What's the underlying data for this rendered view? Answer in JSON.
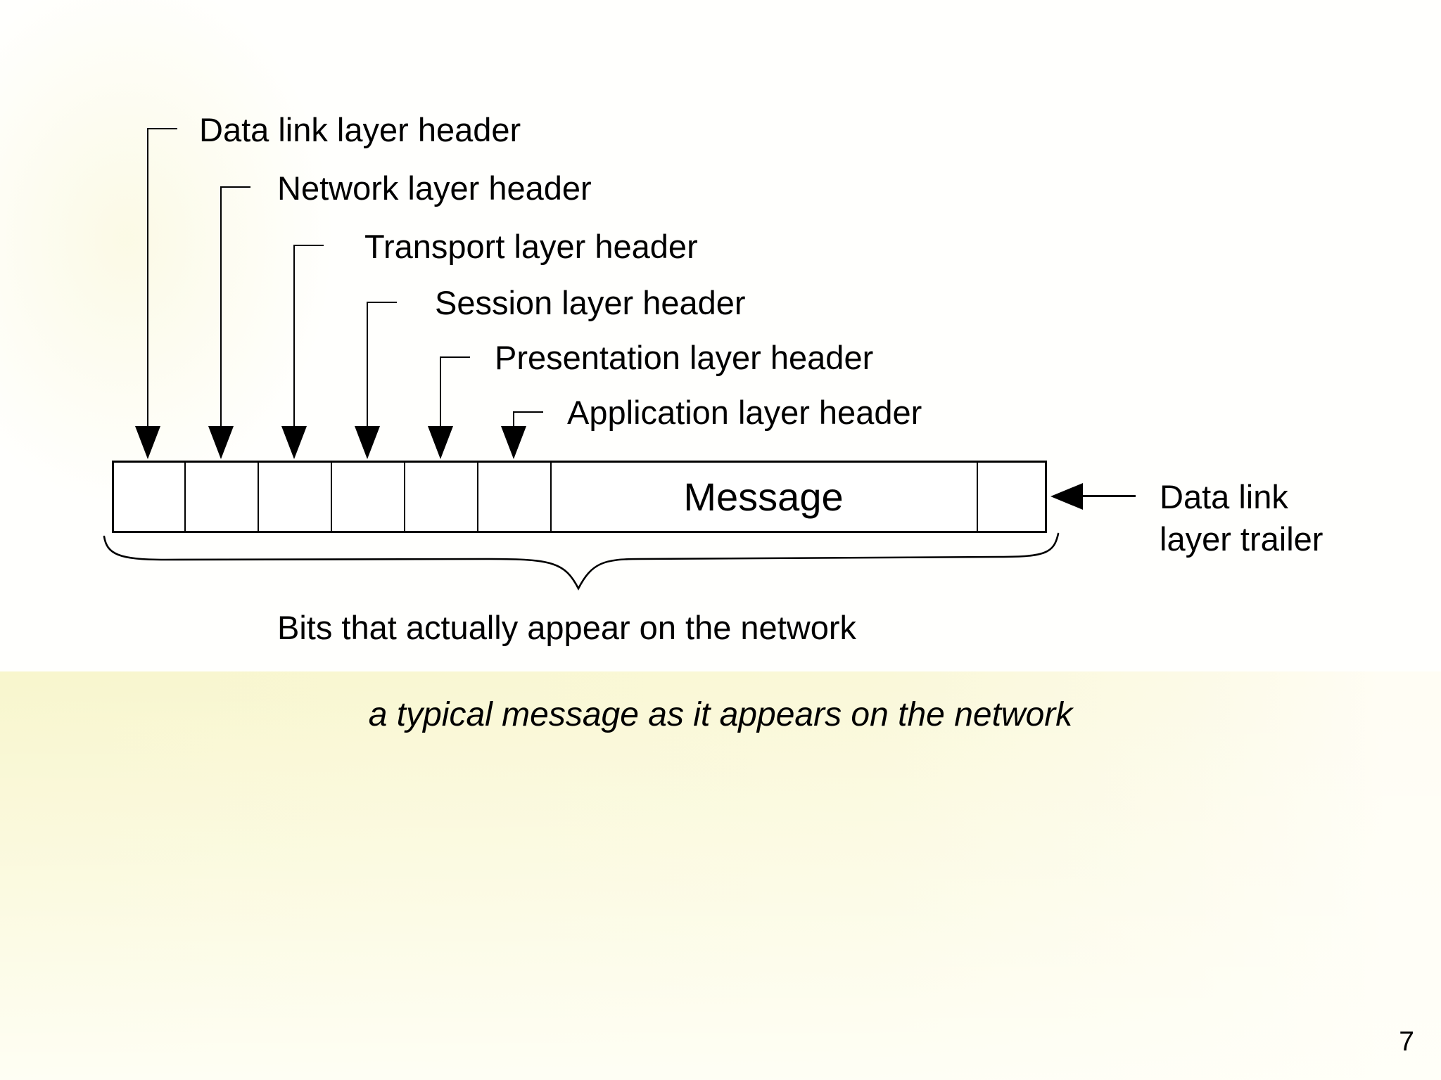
{
  "diagram": {
    "header_labels": [
      {
        "label": "Data link layer header"
      },
      {
        "label": "Network layer header"
      },
      {
        "label": "Transport layer header"
      },
      {
        "label": "Session layer header"
      },
      {
        "label": "Presentation layer header"
      },
      {
        "label": "Application layer header"
      }
    ],
    "message_box": {
      "message_label": "Message"
    },
    "trailer_label": {
      "line1": "Data link",
      "line2": "layer trailer"
    },
    "brace_caption": "Bits that actually appear on the network",
    "caption": "a typical message as it appears on the network"
  },
  "colors": {
    "band": "#f8f6cd",
    "line": "#000000"
  },
  "page": {
    "number": "7"
  }
}
